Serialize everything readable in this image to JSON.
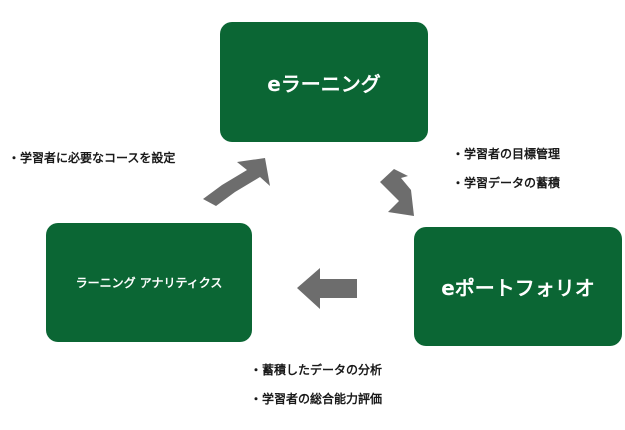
{
  "nodes": {
    "top": {
      "label": "eラーニング"
    },
    "right": {
      "label": "eポートフォリオ"
    },
    "left": {
      "label": "ラーニング アナリティクス"
    }
  },
  "notes": {
    "left": [
      "・学習者に必要なコースを設定"
    ],
    "right": [
      "・学習者の目標管理",
      "・学習データの蓄積"
    ],
    "bottom": [
      "・蓄積したデータの分析",
      "・学習者の総合能力評価"
    ]
  },
  "colors": {
    "node_fill": "#0b6634",
    "arrow_fill": "#6d6d6d",
    "text": "#1a1a1a"
  }
}
